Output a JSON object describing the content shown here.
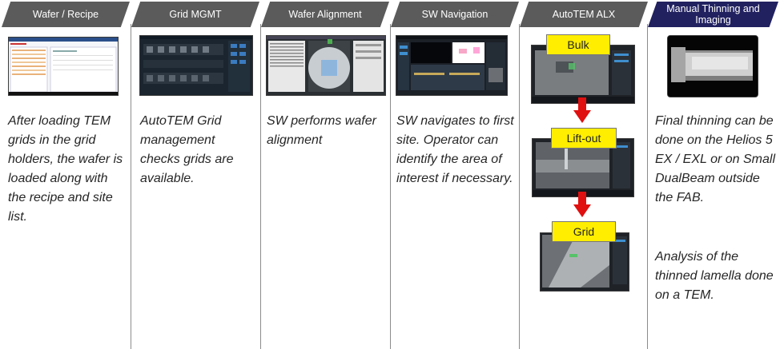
{
  "columns": [
    {
      "header": "Wafer / Recipe",
      "text": "After loading TEM grids in the grid holders, the wafer is loaded along with the recipe and site list."
    },
    {
      "header": "Grid MGMT",
      "text": "AutoTEM Grid management checks grids are available."
    },
    {
      "header": "Wafer Alignment",
      "text": "SW performs wafer alignment"
    },
    {
      "header": "SW Navigation",
      "text": "SW navigates to first site. Operator can identify the area of interest if necessary."
    },
    {
      "header": "AutoTEM ALX",
      "steps": [
        "Bulk",
        "Lift-out",
        "Grid"
      ]
    },
    {
      "header": "Manual Thinning and Imaging",
      "text": "Final thinning can be done on the Helios 5 EX / EXL or on Small DualBeam outside the FAB.",
      "text2": "Analysis of the thinned lamella done on a TEM."
    }
  ],
  "colors": {
    "header_gray": "#5b5b5b",
    "header_navy": "#212160",
    "step_label": "#ffee00",
    "arrow": "#e01010"
  }
}
